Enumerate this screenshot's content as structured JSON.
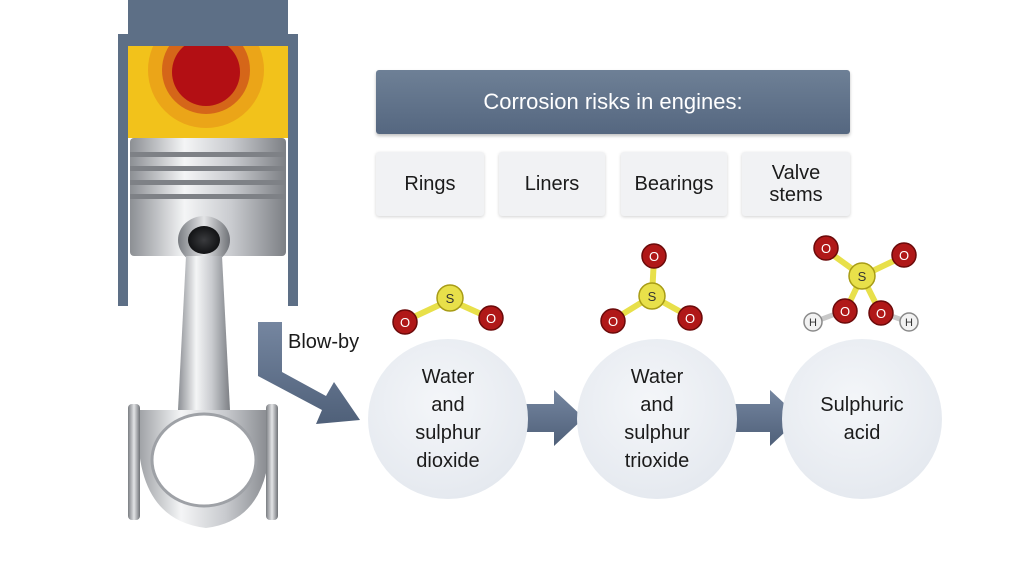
{
  "banner": {
    "title": "Corrosion risks in engines:"
  },
  "risk_components": [
    {
      "label": "Rings"
    },
    {
      "label": "Liners"
    },
    {
      "label": "Bearings"
    },
    {
      "label": "Valve\nstems"
    }
  ],
  "flow": {
    "input_label": "Blow-by",
    "stages": [
      {
        "label": "Water\nand\nsulphur\ndioxide",
        "molecule": "SO2"
      },
      {
        "label": "Water\nand\nsulphur\ntrioxide",
        "molecule": "SO3"
      },
      {
        "label": "Sulphuric\nacid",
        "molecule": "H2SO4"
      }
    ]
  },
  "atom_labels": {
    "sulphur": "S",
    "oxygen": "O",
    "hydrogen": "H"
  },
  "colors": {
    "banner": "#5f7189",
    "arrow": "#5d6f86",
    "sulphur": "#e8e04a",
    "oxygen": "#b01818",
    "hydrogen": "#f2f2f2",
    "gas_outer": "#f2c21b",
    "gas_inner": "#b30f14"
  }
}
